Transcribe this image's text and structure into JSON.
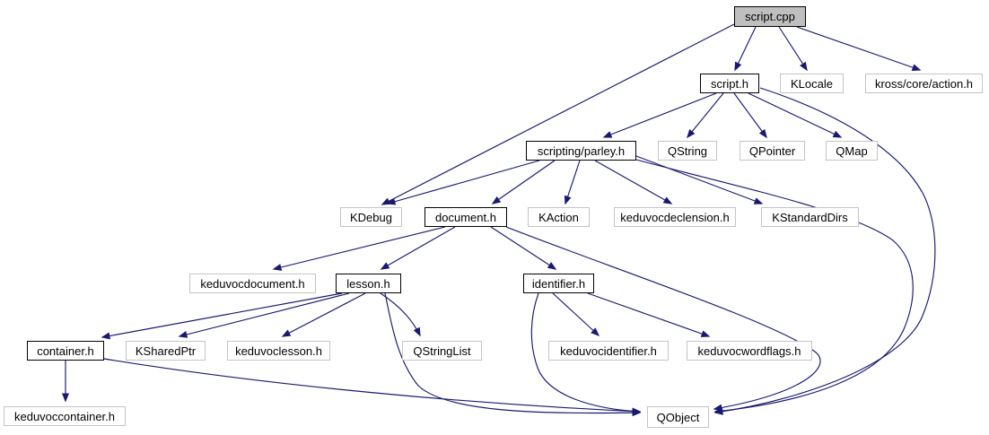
{
  "diagram": {
    "type": "include-dependency-graph",
    "root_file": "script.cpp",
    "colors": {
      "edge": "#191970",
      "root_fill": "#bfbfbf",
      "node_fill": "#ffffff",
      "bold_border": "#000000",
      "leaf_border": "#c4c4c4",
      "text": "#000000",
      "background": "#ffffff"
    },
    "nodes": [
      {
        "id": "script-cpp",
        "label": "script.cpp",
        "kind": "root"
      },
      {
        "id": "script-h",
        "label": "script.h",
        "kind": "internal"
      },
      {
        "id": "klocale",
        "label": "KLocale",
        "kind": "leaf"
      },
      {
        "id": "kross-core-action-h",
        "label": "kross/core/action.h",
        "kind": "leaf"
      },
      {
        "id": "scripting-parley-h",
        "label": "scripting/parley.h",
        "kind": "internal"
      },
      {
        "id": "qstring",
        "label": "QString",
        "kind": "leaf"
      },
      {
        "id": "qpointer",
        "label": "QPointer",
        "kind": "leaf"
      },
      {
        "id": "qmap",
        "label": "QMap",
        "kind": "leaf"
      },
      {
        "id": "kdebug",
        "label": "KDebug",
        "kind": "leaf"
      },
      {
        "id": "document-h",
        "label": "document.h",
        "kind": "internal"
      },
      {
        "id": "kaction",
        "label": "KAction",
        "kind": "leaf"
      },
      {
        "id": "keduvocdeclension-h",
        "label": "keduvocdeclension.h",
        "kind": "leaf"
      },
      {
        "id": "kstandarddirs",
        "label": "KStandardDirs",
        "kind": "leaf"
      },
      {
        "id": "keduvocdocument-h",
        "label": "keduvocdocument.h",
        "kind": "leaf"
      },
      {
        "id": "lesson-h",
        "label": "lesson.h",
        "kind": "internal"
      },
      {
        "id": "identifier-h",
        "label": "identifier.h",
        "kind": "internal"
      },
      {
        "id": "container-h",
        "label": "container.h",
        "kind": "internal"
      },
      {
        "id": "ksharedptr",
        "label": "KSharedPtr",
        "kind": "leaf"
      },
      {
        "id": "keduvoclesson-h",
        "label": "keduvoclesson.h",
        "kind": "leaf"
      },
      {
        "id": "qstringlist",
        "label": "QStringList",
        "kind": "leaf"
      },
      {
        "id": "keduvocidentifier-h",
        "label": "keduvocidentifier.h",
        "kind": "leaf"
      },
      {
        "id": "keduvocwordflags-h",
        "label": "keduvocwordflags.h",
        "kind": "leaf"
      },
      {
        "id": "keduvoccontainer-h",
        "label": "keduvoccontainer.h",
        "kind": "leaf"
      },
      {
        "id": "qobject",
        "label": "QObject",
        "kind": "leaf"
      }
    ],
    "edges": [
      {
        "from": "script-cpp",
        "to": "script-h"
      },
      {
        "from": "script-cpp",
        "to": "klocale"
      },
      {
        "from": "script-cpp",
        "to": "kross-core-action-h"
      },
      {
        "from": "script-cpp",
        "to": "kdebug"
      },
      {
        "from": "script-h",
        "to": "scripting-parley-h"
      },
      {
        "from": "script-h",
        "to": "qstring"
      },
      {
        "from": "script-h",
        "to": "qpointer"
      },
      {
        "from": "script-h",
        "to": "qmap"
      },
      {
        "from": "script-h",
        "to": "qobject"
      },
      {
        "from": "scripting-parley-h",
        "to": "kdebug"
      },
      {
        "from": "scripting-parley-h",
        "to": "document-h"
      },
      {
        "from": "scripting-parley-h",
        "to": "kaction"
      },
      {
        "from": "scripting-parley-h",
        "to": "keduvocdeclension-h"
      },
      {
        "from": "scripting-parley-h",
        "to": "kstandarddirs"
      },
      {
        "from": "scripting-parley-h",
        "to": "qobject"
      },
      {
        "from": "document-h",
        "to": "keduvocdocument-h"
      },
      {
        "from": "document-h",
        "to": "lesson-h"
      },
      {
        "from": "document-h",
        "to": "identifier-h"
      },
      {
        "from": "document-h",
        "to": "qobject"
      },
      {
        "from": "lesson-h",
        "to": "container-h"
      },
      {
        "from": "lesson-h",
        "to": "ksharedptr"
      },
      {
        "from": "lesson-h",
        "to": "keduvoclesson-h"
      },
      {
        "from": "lesson-h",
        "to": "qstringlist"
      },
      {
        "from": "lesson-h",
        "to": "qobject"
      },
      {
        "from": "identifier-h",
        "to": "keduvocidentifier-h"
      },
      {
        "from": "identifier-h",
        "to": "keduvocwordflags-h"
      },
      {
        "from": "identifier-h",
        "to": "qobject"
      },
      {
        "from": "container-h",
        "to": "keduvoccontainer-h"
      },
      {
        "from": "container-h",
        "to": "qobject"
      }
    ]
  }
}
